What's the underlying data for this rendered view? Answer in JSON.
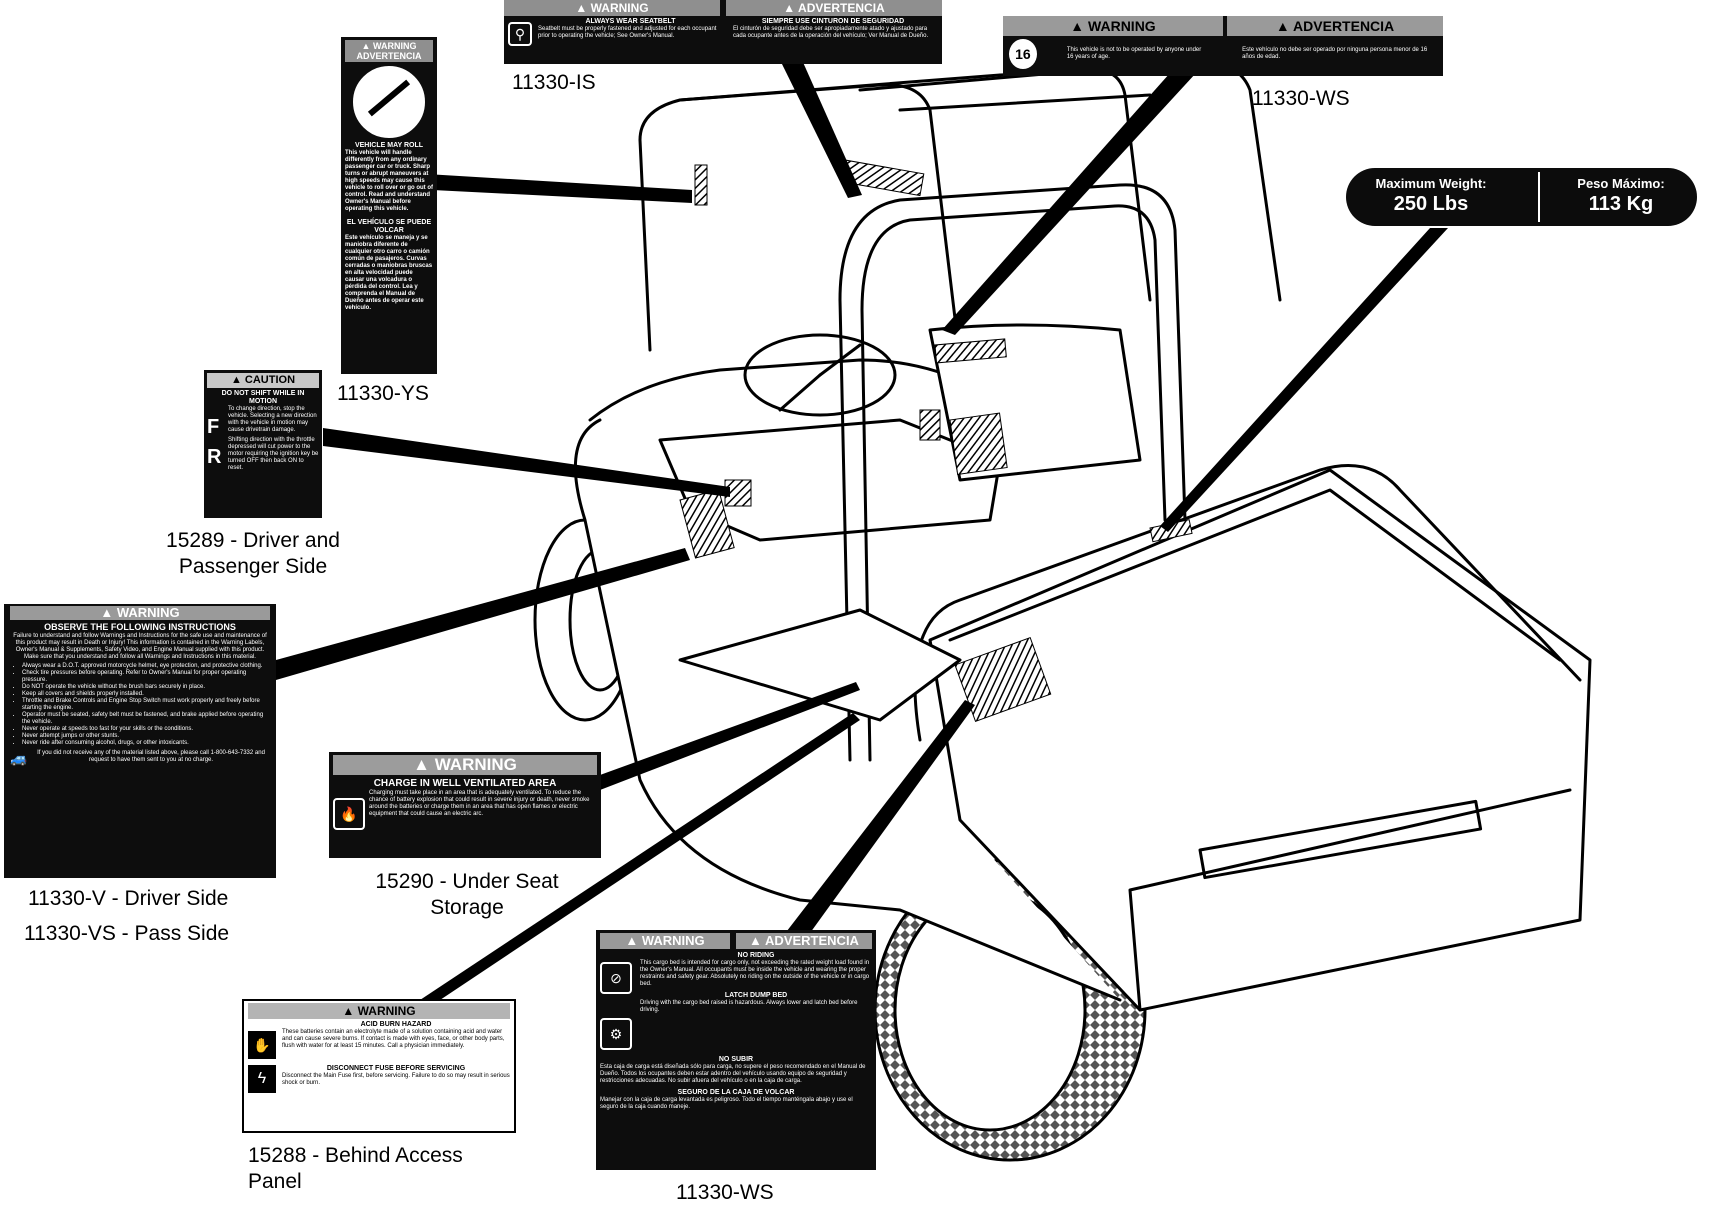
{
  "labels": {
    "is": {
      "warning": "WARNING",
      "advertencia": "ADVERTENCIA",
      "title_en": "ALWAYS WEAR SEATBELT",
      "body_en": "Seatbelt must be properly fastened and adjusted for each occupant prior to operating the vehicle; See Owner's Manual.",
      "title_es": "SIEMPRE USE CINTURON DE SEGURIDAD",
      "body_es": "El cinturón de seguridad debe ser apropiadamente atado y ajustado para cada ocupante antes de la operación del vehículo; Ver Manual de Dueño.",
      "code": "11330-IS",
      "caption": "11330-IS"
    },
    "ws_top": {
      "warning": "WARNING",
      "advertencia": "ADVERTENCIA",
      "age_badge": "16",
      "body_en": "This vehicle is not to be operated by anyone under 16 years of age.",
      "body_es": "Este vehículo no debe ser operado por ninguna persona menor de 16 años de edad.",
      "code": "11330-WS",
      "caption": "11330-WS"
    },
    "weight": {
      "en_label": "Maximum Weight:",
      "en_value": "250 Lbs",
      "es_label": "Peso Máximo:",
      "es_value": "113 Kg"
    },
    "ys": {
      "warning": "WARNING",
      "advertencia": "ADVERTENCIA",
      "title_en": "VEHICLE MAY ROLL",
      "body_en": "This vehicle will handle differently from any ordinary passenger car or truck. Sharp turns or abrupt maneuvers at high speeds may cause this vehicle to roll over or go out of control. Read and understand Owner's Manual before operating this vehicle.",
      "title_es": "EL VEHÍCULO SE PUEDE VOLCAR",
      "body_es": "Este vehículo se maneja y se maniobra diferente de cualquier otro carro o camión común de pasajeros. Curvas cerradas o maniobras bruscas en alta velocidad puede causar una volcadura o pérdida del control. Lea y comprenda el Manual de Dueño antes de operar este vehículo.",
      "code": "11330-YS",
      "caption": "11330-YS"
    },
    "caution": {
      "header": "CAUTION",
      "title": "DO NOT SHIFT WHILE IN MOTION",
      "body1": "To change direction, stop the vehicle. Selecting a new direction with the vehicle in motion may cause drivetrain damage.",
      "body2": "Shifting direction with the throttle depressed will cut power to the motor requiring the ignition key be turned OFF then back ON to reset.",
      "f": "F",
      "r": "R",
      "code": "15289",
      "caption": "15289 - Driver and Passenger Side"
    },
    "v": {
      "header": "WARNING",
      "title": "OBSERVE THE FOLLOWING INSTRUCTIONS",
      "intro": "Failure to understand and follow Warnings and Instructions for the safe use and maintenance of this product may result in Death or Injury! This information is contained in the Warning Labels, Owner's Manual & Supplements, Safety Video, and Engine Manual supplied with this product. Make sure that you understand and follow all Warnings and Instructions in this material.",
      "bullets": [
        "Always wear a D.O.T. approved motorcycle helmet, eye protection, and protective clothing.",
        "Check tire pressures before operating. Refer to Owner's Manual for proper operating pressure.",
        "Do NOT operate the vehicle without the brush bars securely in place.",
        "Keep all covers and shields properly installed.",
        "Throttle and Brake Controls and Engine Stop Switch must work properly and freely before starting the engine.",
        "Operator must be seated, safety belt must be fastened, and brake applied before operating the vehicle.",
        "Never operate at speeds too fast for your skills or the conditions.",
        "Never attempt jumps or other stunts.",
        "Never ride after consuming alcohol, drugs, or other intoxicants."
      ],
      "footer": "If you did not receive any of the material listed above, please call 1-800-643-7332 and request to have them sent to you at no charge.",
      "code": "11330-V",
      "caption1": "11330-V - Driver Side",
      "caption2": "11330-VS - Pass Side"
    },
    "charge": {
      "header": "WARNING",
      "title": "CHARGE IN WELL VENTILATED AREA",
      "body": "Charging must take place in an area that is adequately ventilated. To reduce the chance of battery explosion that could result in severe injury or death, never smoke around the batteries or charge them in an area that has open flames or electric equipment that could cause an electric arc.",
      "code": "15290",
      "caption": "15290 - Under Seat Storage"
    },
    "acid": {
      "header": "WARNING",
      "title1": "ACID BURN HAZARD",
      "body1": "These batteries contain an electrolyte made of a solution containing acid and water and can cause severe burns. If contact is made with eyes, face, or other body parts, flush with water for at least 15 minutes. Call a physician immediately.",
      "title2": "DISCONNECT FUSE BEFORE SERVICING",
      "body2": "Disconnect the Main Fuse first, before servicing. Failure to do so may result in serious shock or burn.",
      "code": "15288",
      "caption": "15288 - Behind Access Panel"
    },
    "ws_bottom": {
      "warning": "WARNING",
      "advertencia": "ADVERTENCIA",
      "t1": "NO RIDING",
      "b1": "This cargo bed is intended for cargo only, not exceeding the rated weight load found in the Owner's Manual. All occupants must be inside the vehicle and wearing the proper restraints and safety gear. Absolutely no riding on the outside of the vehicle or in cargo bed.",
      "t2": "LATCH DUMP BED",
      "b2": "Driving with the cargo bed raised is hazardous. Always lower and latch bed before driving.",
      "t3": "NO SUBIR",
      "b3": "Esta caja de carga está diseñada sólo para carga, no supere el peso recomendado en el Manual de Dueño. Todos los ocupantes deben estar adentro del vehículo usando equipo de seguridad y restricciones adecuadas. No subir afuera del vehículo o en la caja de carga.",
      "t4": "SEGURO DE LA CAJA DE VOLCAR",
      "b4": "Manejar con la caja de carga levantada es peligroso. Todo el tiempo manténgala abajo y use el seguro de la caja cuando maneje.",
      "code": "11330-WS",
      "caption": "11330-WS"
    }
  }
}
